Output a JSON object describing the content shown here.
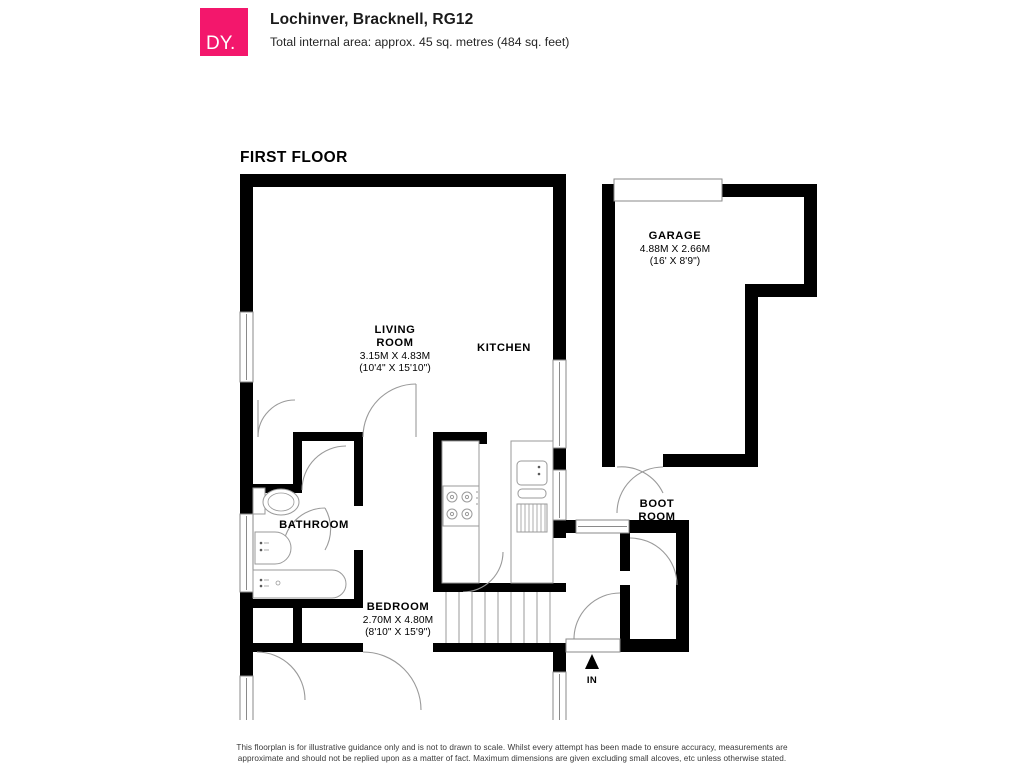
{
  "brand": {
    "logo_text": "DY.",
    "logo_color": "#f3176c"
  },
  "header": {
    "title": "Lochinver, Bracknell, RG12",
    "subtitle": "Total internal area: approx. 45 sq. metres (484 sq. feet)"
  },
  "plan": {
    "floor_title": "FIRST FLOOR",
    "entrance_label": "IN",
    "rooms": [
      {
        "key": "living_room",
        "name_line1": "LIVING",
        "name_line2": "ROOM",
        "dim_metric": "3.15M X 4.83M",
        "dim_imperial": "(10'4\" X 15'10\")"
      },
      {
        "key": "kitchen",
        "name_line1": "KITCHEN",
        "name_line2": "",
        "dim_metric": "",
        "dim_imperial": ""
      },
      {
        "key": "bathroom",
        "name_line1": "BATHROOM",
        "name_line2": "",
        "dim_metric": "",
        "dim_imperial": ""
      },
      {
        "key": "bedroom",
        "name_line1": "BEDROOM",
        "name_line2": "",
        "dim_metric": "2.70M X 4.80M",
        "dim_imperial": "(8'10\" X 15'9\")"
      },
      {
        "key": "boot_room",
        "name_line1": "BOOT",
        "name_line2": "ROOM",
        "dim_metric": "",
        "dim_imperial": ""
      },
      {
        "key": "garage",
        "name_line1": "GARAGE",
        "name_line2": "",
        "dim_metric": "4.88M X 2.66M",
        "dim_imperial": "(16' X 8'9\")"
      }
    ]
  },
  "footer": {
    "line1": "This floorplan is for illustrative guidance only and is not to drawn to scale. Whilst every attempt has been made to ensure accuracy, measurements are",
    "line2": "approximate and should not be replied upon as a matter of fact. Maximum dimensions are given excluding small alcoves, etc unless otherwise stated."
  }
}
